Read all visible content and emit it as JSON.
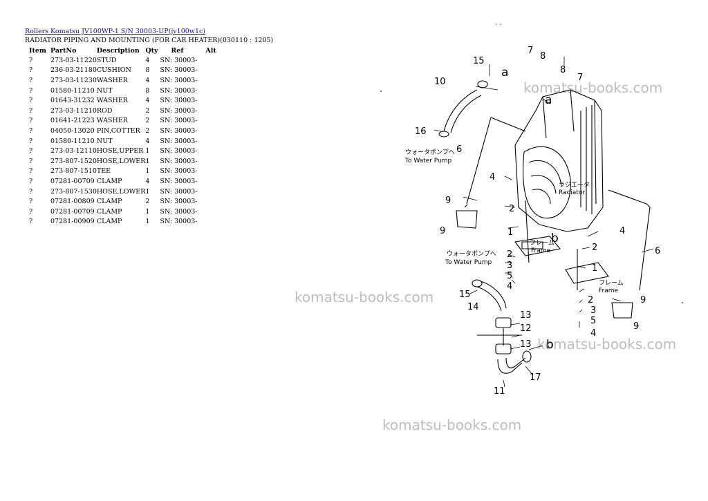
{
  "header": {
    "link_text": "Rollers Komatsu JV100WP-1 S/N 30003-UP(jv100w1c)",
    "title": "RADIATOR PIPING AND MOUNTING (FOR CAR HEATER)(030110 : 1205)"
  },
  "table": {
    "columns": [
      "Item",
      "PartNo",
      "Description",
      "Qty",
      "Ref",
      "Alt"
    ],
    "rows": [
      [
        "?",
        "273-03-11220",
        "STUD",
        "4",
        "SN: 30003-",
        ""
      ],
      [
        "?",
        "236-03-21180",
        "CUSHION",
        "8",
        "SN: 30003-",
        ""
      ],
      [
        "?",
        "273-03-11230",
        "WASHER",
        "4",
        "SN: 30003-",
        ""
      ],
      [
        "?",
        "01580-11210",
        "NUT",
        "8",
        "SN: 30003-",
        ""
      ],
      [
        "?",
        "01643-31232",
        "WASHER",
        "4",
        "SN: 30003-",
        ""
      ],
      [
        "?",
        "273-03-11210",
        "ROD",
        "2",
        "SN: 30003-",
        ""
      ],
      [
        "?",
        "01641-21223",
        "WASHER",
        "2",
        "SN: 30003-",
        ""
      ],
      [
        "?",
        "04050-13020",
        "PIN,COTTER",
        "2",
        "SN: 30003-",
        ""
      ],
      [
        "?",
        "01580-11210",
        "NUT",
        "4",
        "SN: 30003-",
        ""
      ],
      [
        "?",
        "273-03-12110",
        "HOSE,UPPER",
        "1",
        "SN: 30003-",
        ""
      ],
      [
        "?",
        "273-807-1520",
        "HOSE,LOWER",
        "1",
        "SN: 30003-",
        ""
      ],
      [
        "?",
        "273-807-1510",
        "TEE",
        "1",
        "SN: 30003-",
        ""
      ],
      [
        "?",
        "07281-00709",
        "CLAMP",
        "4",
        "SN: 30003-",
        ""
      ],
      [
        "?",
        "273-807-1530",
        "HOSE,LOWER",
        "1",
        "SN: 30003-",
        ""
      ],
      [
        "?",
        "07281-00809",
        "CLAMP",
        "2",
        "SN: 30003-",
        ""
      ],
      [
        "?",
        "07281-00709",
        "CLAMP",
        "1",
        "SN: 30003-",
        ""
      ],
      [
        "?",
        "07281-00909",
        "CLAMP",
        "1",
        "SN: 30003-",
        ""
      ]
    ]
  },
  "watermark": "komatsu-books.com",
  "top_mark": "- -",
  "diagram": {
    "to_water_pump_jp": "ウォータポンプへ",
    "to_water_pump_en": "To Water Pump",
    "radiator_jp": "ラジエータ",
    "radiator_en": "Radiator",
    "frame_jp": "フレーム",
    "frame_en": "Frame",
    "letter_a": "a",
    "letter_b": "b",
    "numbers": [
      "1",
      "2",
      "3",
      "4",
      "5",
      "6",
      "7",
      "8",
      "9",
      "10",
      "11",
      "12",
      "13",
      "14",
      "15",
      "16",
      "17"
    ]
  }
}
